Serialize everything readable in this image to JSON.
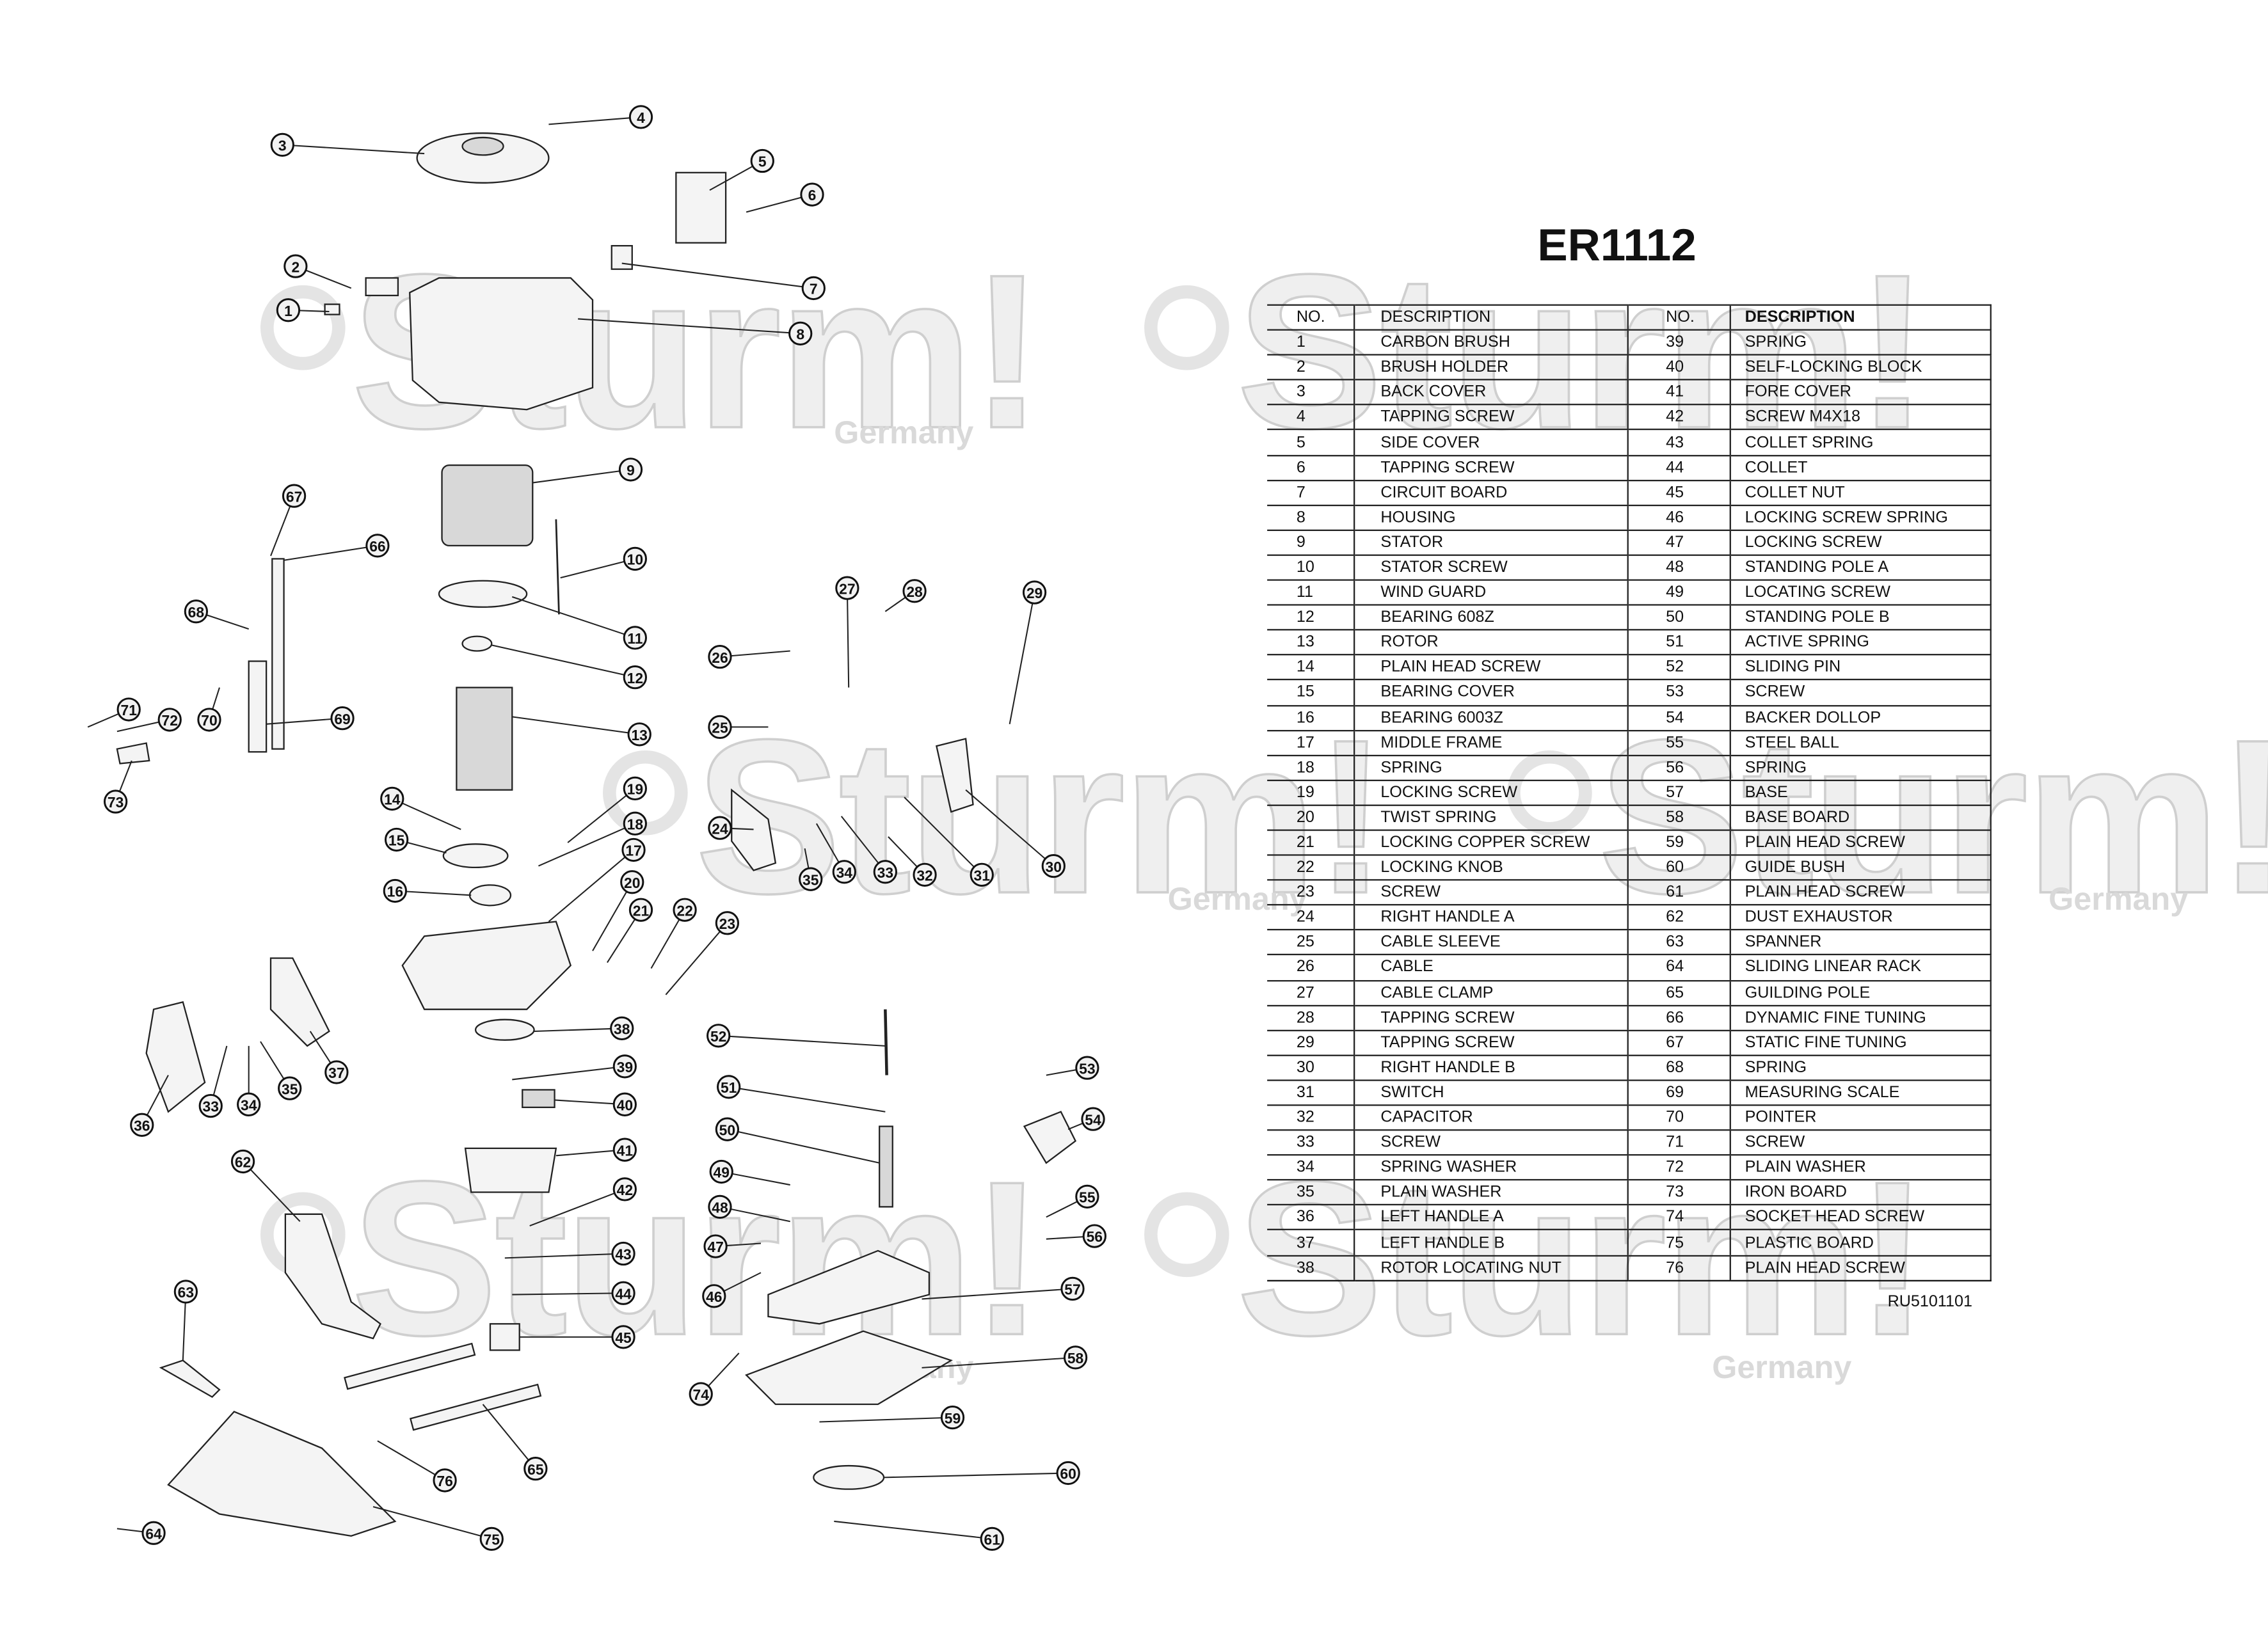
{
  "title": "ER1112",
  "doc_number": "RU5101101",
  "watermark": {
    "brand": "Sturm!",
    "country": "Germany"
  },
  "table": {
    "headers": [
      "NO.",
      "DESCRIPTION",
      "NO.",
      "DESCRIPTION"
    ],
    "rows": [
      [
        "1",
        "CARBON BRUSH",
        "39",
        "SPRING"
      ],
      [
        "2",
        "BRUSH HOLDER",
        "40",
        "SELF-LOCKING BLOCK"
      ],
      [
        "3",
        "BACK COVER",
        "41",
        "FORE COVER"
      ],
      [
        "4",
        "TAPPING SCREW",
        "42",
        "SCREW M4X18"
      ],
      [
        "5",
        "SIDE COVER",
        "43",
        "COLLET SPRING"
      ],
      [
        "6",
        "TAPPING SCREW",
        "44",
        "COLLET"
      ],
      [
        "7",
        "CIRCUIT BOARD",
        "45",
        "COLLET NUT"
      ],
      [
        "8",
        "HOUSING",
        "46",
        "LOCKING SCREW SPRING"
      ],
      [
        "9",
        "STATOR",
        "47",
        "LOCKING SCREW"
      ],
      [
        "10",
        "STATOR SCREW",
        "48",
        "STANDING POLE A"
      ],
      [
        "11",
        "WIND GUARD",
        "49",
        "LOCATING SCREW"
      ],
      [
        "12",
        "BEARING 608Z",
        "50",
        "STANDING POLE B"
      ],
      [
        "13",
        "ROTOR",
        "51",
        "ACTIVE SPRING"
      ],
      [
        "14",
        "PLAIN HEAD SCREW",
        "52",
        "SLIDING PIN"
      ],
      [
        "15",
        "BEARING COVER",
        "53",
        "SCREW"
      ],
      [
        "16",
        "BEARING 6003Z",
        "54",
        "BACKER DOLLOP"
      ],
      [
        "17",
        "MIDDLE FRAME",
        "55",
        "STEEL BALL"
      ],
      [
        "18",
        "SPRING",
        "56",
        "SPRING"
      ],
      [
        "19",
        "LOCKING SCREW",
        "57",
        "BASE"
      ],
      [
        "20",
        "TWIST SPRING",
        "58",
        "BASE BOARD"
      ],
      [
        "21",
        "LOCKING COPPER SCREW",
        "59",
        "PLAIN HEAD SCREW"
      ],
      [
        "22",
        "LOCKING KNOB",
        "60",
        "GUIDE BUSH"
      ],
      [
        "23",
        "SCREW",
        "61",
        "PLAIN HEAD SCREW"
      ],
      [
        "24",
        "RIGHT HANDLE A",
        "62",
        "DUST EXHAUSTOR"
      ],
      [
        "25",
        "CABLE SLEEVE",
        "63",
        "SPANNER"
      ],
      [
        "26",
        "CABLE",
        "64",
        "SLIDING LINEAR RACK"
      ],
      [
        "27",
        "CABLE CLAMP",
        "65",
        "GUILDING POLE"
      ],
      [
        "28",
        "TAPPING SCREW",
        "66",
        "DYNAMIC FINE TUNING"
      ],
      [
        "29",
        "TAPPING SCREW",
        "67",
        "STATIC FINE TUNING"
      ],
      [
        "30",
        "RIGHT HANDLE B",
        "68",
        "SPRING"
      ],
      [
        "31",
        "SWITCH",
        "69",
        "MEASURING SCALE"
      ],
      [
        "32",
        "CAPACITOR",
        "70",
        "POINTER"
      ],
      [
        "33",
        "SCREW",
        "71",
        "SCREW"
      ],
      [
        "34",
        "SPRING WASHER",
        "72",
        "PLAIN WASHER"
      ],
      [
        "35",
        "PLAIN WASHER",
        "73",
        "IRON BOARD"
      ],
      [
        "36",
        "LEFT HANDLE A",
        "74",
        "SOCKET HEAD SCREW"
      ],
      [
        "37",
        "LEFT HANDLE B",
        "75",
        "PLASTIC BOARD"
      ],
      [
        "38",
        "ROTOR LOCATING NUT",
        "76",
        "PLAIN HEAD SCREW"
      ]
    ]
  },
  "diagram": {
    "callouts": [
      "1",
      "2",
      "3",
      "4",
      "5",
      "6",
      "7",
      "8",
      "9",
      "10",
      "11",
      "12",
      "13",
      "14",
      "15",
      "16",
      "17",
      "18",
      "19",
      "20",
      "21",
      "22",
      "23",
      "24",
      "25",
      "26",
      "27",
      "28",
      "29",
      "30",
      "31",
      "32",
      "33",
      "34",
      "35",
      "36",
      "37",
      "33",
      "34",
      "35",
      "38",
      "39",
      "40",
      "41",
      "42",
      "43",
      "44",
      "45",
      "46",
      "47",
      "48",
      "49",
      "50",
      "51",
      "52",
      "53",
      "54",
      "55",
      "56",
      "57",
      "58",
      "59",
      "60",
      "61",
      "62",
      "63",
      "64",
      "65",
      "66",
      "67",
      "68",
      "69",
      "70",
      "71",
      "72",
      "73",
      "74",
      "75",
      "76"
    ]
  }
}
